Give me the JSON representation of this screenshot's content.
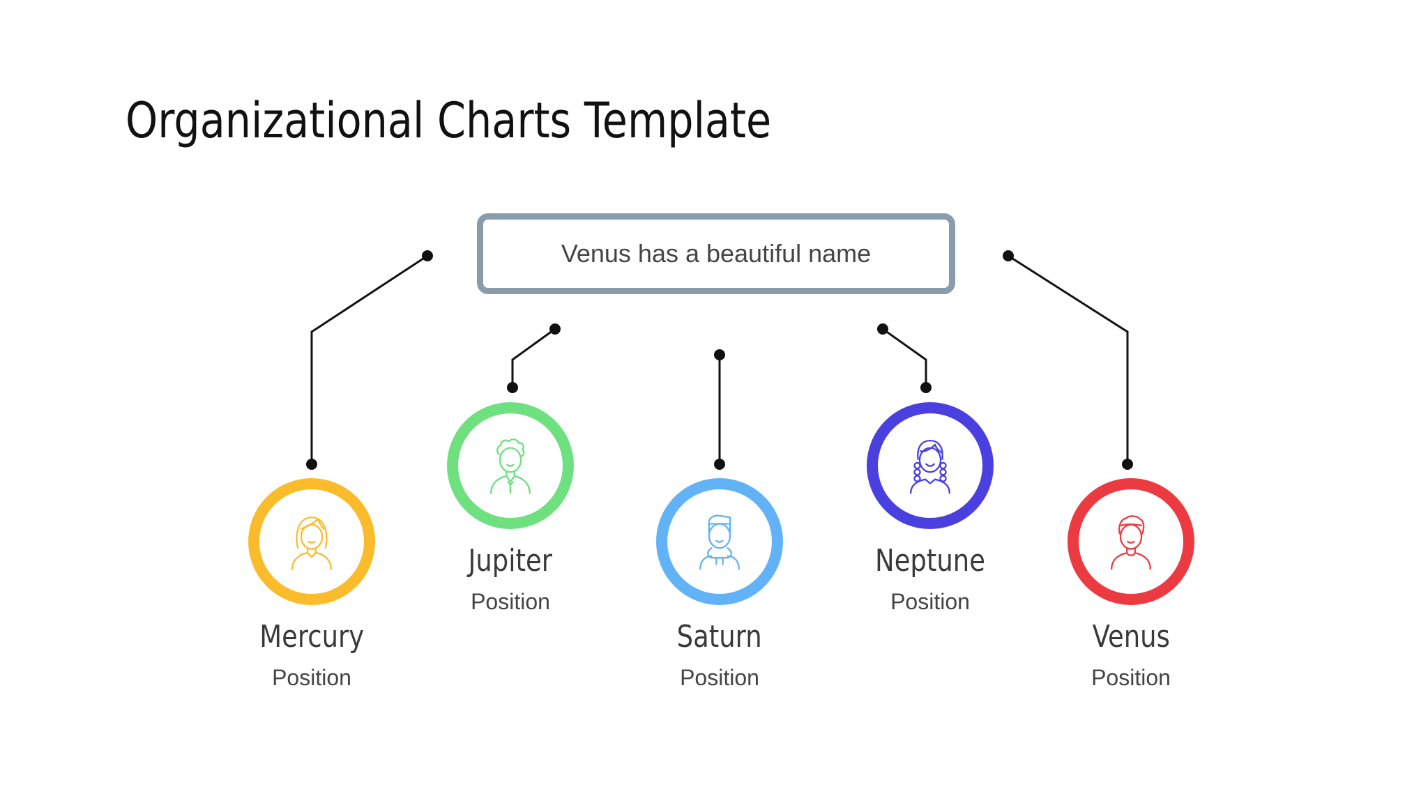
{
  "title": "Organizational Charts Template",
  "top_box": {
    "text": "Venus has a beautiful name",
    "border_color": "#8a9cac"
  },
  "members": [
    {
      "name": "Mercury",
      "role": "Position",
      "color": "#fbbc2c",
      "icon": "woman-long-hair-icon"
    },
    {
      "name": "Jupiter",
      "role": "Position",
      "color": "#6ee080",
      "icon": "curly-hair-man-icon"
    },
    {
      "name": "Saturn",
      "role": "Position",
      "color": "#62b2f8",
      "icon": "hoodie-man-icon"
    },
    {
      "name": "Neptune",
      "role": "Position",
      "color": "#4a40e0",
      "icon": "braided-hair-woman-icon"
    },
    {
      "name": "Venus",
      "role": "Position",
      "color": "#ec3b40",
      "icon": "man-short-hair-icon"
    }
  ],
  "connector_color": "#111111"
}
